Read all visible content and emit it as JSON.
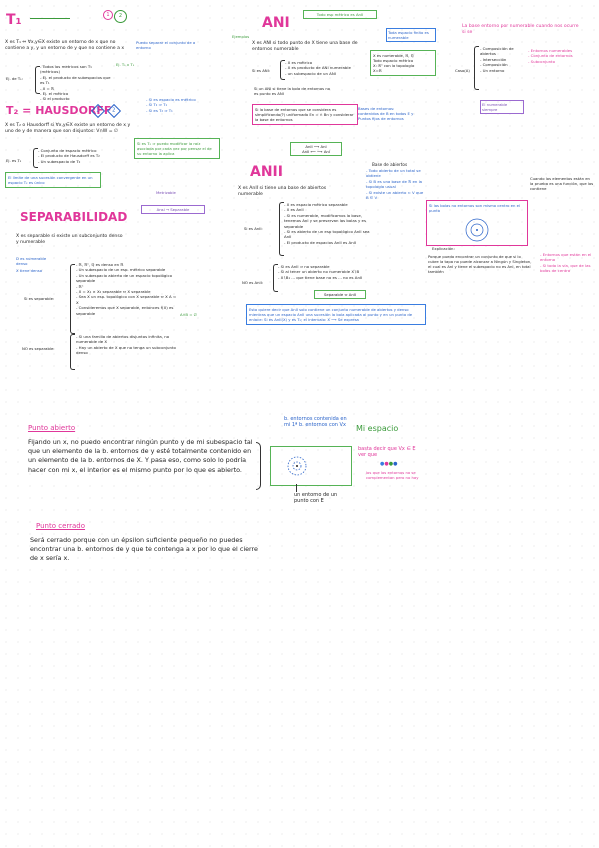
{
  "col1": {
    "t1": {
      "title": "T₁",
      "badges": [
        "1",
        "2"
      ],
      "body": "X es T₁ ⇔ ∀x,y∈X existe un entorno de x que no contiene a y, y un entorno de y que no contiene a x",
      "note": "Puedo separar el conjunto de a entorno",
      "side_label": "Ej. de T₁:",
      "examples": [
        "Todos los metricos son T₁ (métricos)",
        "Ej. el producto de subespacios que es T₁",
        "X = ℝ"
      ],
      "sub": [
        "Ej. el métrico",
        "Ej. T₁ x T₁",
        "Si el producto"
      ]
    },
    "t2": {
      "title": "T₂ = HAUSDORFF",
      "badges": [
        "1",
        "2"
      ],
      "body": "X es T₂ o Hausdorff si ∀x,y∈X existe un entorno de x y uno de y de manera que son disjuntos: V∩W = ∅",
      "note": "⇒ Si es T₂ ⇒ T₁",
      "side_label": "Ej. es T₂",
      "examples": [
        "Conjunto de espacio métrico",
        "El producto de Hausdorff es T₂",
        "Un subespacio de T₂"
      ],
      "right_list": [
        "Si es espacio es métrico",
        "Si T₂ ⇒ T₁",
        "Si es T₂ ⇒ T₁"
      ],
      "green_box": "Si es T₂ ⇒ puedo modificar la raíz asociada por cada vez por pensar el de su entorno la aplica",
      "limit_box": "El límite de una sucesión convergente en un espacio T₂ es único"
    },
    "separabilidad": {
      "title": "SEPARABILIDAD",
      "sub_title": "Metrizable",
      "sub_note": "Ansi → Separable",
      "body": "X es separable si existe un subconjunto denso y numerable",
      "side_label": "Si es separable:",
      "left_notes": [
        "D es numerable denso",
        "X tiene denso"
      ],
      "list": [
        "ℝ, ℝⁿ, ℚ es denso en ℝ",
        "Un subespacio de un esp. métrico separable",
        "Un subespacio abierto de un espacio topológico separable",
        "ℝⁿ",
        "X = X₁ × X₂ separable ⇔ X separable",
        "Sea X un esp. topológico con X separable ⇔ X A ⊂ X",
        "Consideremos que X separable, entonces f(X) es separable"
      ],
      "ayb": "A∩B = ∅",
      "no_label": "NO es separable:",
      "no_list": [
        "Si una familia de abiertos disjuntos infinita, no numerable de X",
        "Hay un abierto de X que no tenga un subconjunto denso"
      ]
    }
  },
  "col2": {
    "top_note": "Todo esp métrico es AnII",
    "ani": {
      "title": "ANI",
      "side_tag": "Ejemplos",
      "body": "X es ANI si todo punto de X tiene una base de entornos numerable",
      "side_label": "Si es ANI:",
      "list": [
        "X es métrico",
        "X es producto de ANI numerable",
        "un subespacio de un ANI"
      ],
      "box": [
        "X es numerable, ℝ, ℚ",
        "Todo espacio métrico",
        "X: ℝⁿ con la topología",
        "X=ℝ"
      ],
      "green": "Si un ANI si tiene la bola de entornos no es punto es ANI",
      "tl": "Toda espacio finito es numerable",
      "pink_box": "Si la base de entornos que se considera es simplificando(?) uniformado En = ∩ Bn y considerar la base de entornos",
      "pink_side": "Bases de entornos: contenidos de B en todos E y Puntos fijos de entornos",
      "arrow_box": [
        "AnII ⟶ AnI",
        "AnII ⟵ ⟶ AnI"
      ]
    },
    "anii": {
      "title": "ANII",
      "body": "X es AnII si tiene una base de abiertos numerable",
      "side_label": "Si es AnII:",
      "list": [
        "X es espacio métrico separable",
        "X es AnII",
        "Si es numerable, modificamos la base, tenemos AnI y se preservan las bolas y es separable",
        "Si es abierto de un esp topológico AnII sea AnII",
        "El producto de espacios AnII es AnII"
      ],
      "right_note_title": "Base de abiertos",
      "right_note": [
        "Todo abierto de un total se obtiene",
        "Si B es una base de ℝ en la topología usual",
        "Si existe un abierto ⊂ V que B ∈ V"
      ],
      "no_label": "NO es AnII:",
      "no_list": [
        "Si es AnII ⇒ no separable",
        "Si al tener un abierto no numerable X∖B",
        "X∖B₁ ... que tiene base no es ... no es AnII"
      ],
      "sep_box": "Separable ⇔ AnII",
      "blue_box": "Esto quiere decir que AnII solo contiene un conjunto numerable de abiertos y denso mientras que un espacio AnII una sucesión la bola aplicada al punto y en un punto de enlace: Si es AnII(X) y es T₂; el intervalo: X ⟶ Se expresa",
      "small_arrow": "Si es T₂ ⇒ ANT₂"
    }
  },
  "col3": {
    "top_title": "La base entorno por numerable cuando nos ocurre si se",
    "diagram_label": "Caso(A)",
    "diagram_items": [
      "Composición de abiertos",
      "Intersección",
      "Composición",
      "Un entorno"
    ],
    "diagram_right": [
      "Entornos numerables",
      "Conjunto de entornos",
      "Subconjunto"
    ],
    "purple_box": "El numerable siempre",
    "lado_title": "Cuando los elementos están en la prueba es una función, que los contiene",
    "circle_box": "Si las bolas no entornos son mismo centro en el punto",
    "explicacion": "Explicación:",
    "exp_body": "Porque puedo encontrar un conjunto de que si lo cubre la tapa no puede alcanzar a Ningún y Singleton, el cual es AnI y tiene el subespacio no es AnI, en total también",
    "pink_right": [
      "Entornos que están en el entorno",
      "Si todo la vía, que de las bolas de centro"
    ]
  },
  "bottom": {
    "abierto_title": "Punto abierto",
    "abierto_body": "Fijando un x, no puedo encontrar ningún punto y de mi subespacio tal que un elemento de la b. entornos de y esté totalmente contenido en un elemento de la b. entornos de X. Y pasa eso, como solo lo podría hacer con mi x, el interior es el mismo punto por lo que es abierto.",
    "cerrado_title": "Punto cerrado",
    "cerrado_body": "Será cerrado porque con un épsilon suficiente pequeño no puedes encontrar una b. entornos de y que te contenga a x por lo que el cierre de x sería x.",
    "diagram_top_label": "b. entornos contenida en mi 1ª b. entornos con Vx",
    "mi_espacio": "Mi espacio",
    "basta": "basta decir que Vx ∈ E ver que",
    "dots_note": "los que los entornos no se complementan pero no hay",
    "bottom_label": "un entorno de un punto con E"
  }
}
